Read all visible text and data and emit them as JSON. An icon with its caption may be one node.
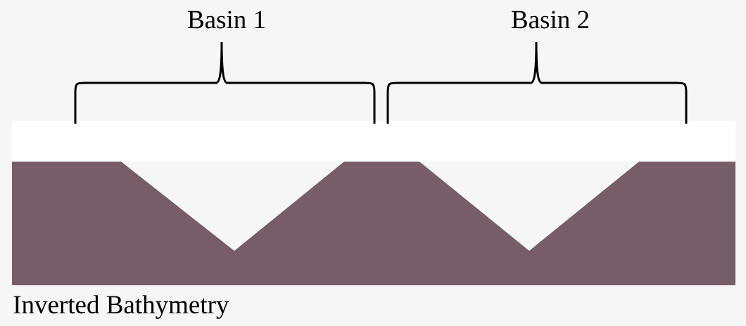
{
  "diagram": {
    "labels": [
      "Basin 1",
      "Basin 2",
      "Inverted Bathymetry"
    ]
  }
}
